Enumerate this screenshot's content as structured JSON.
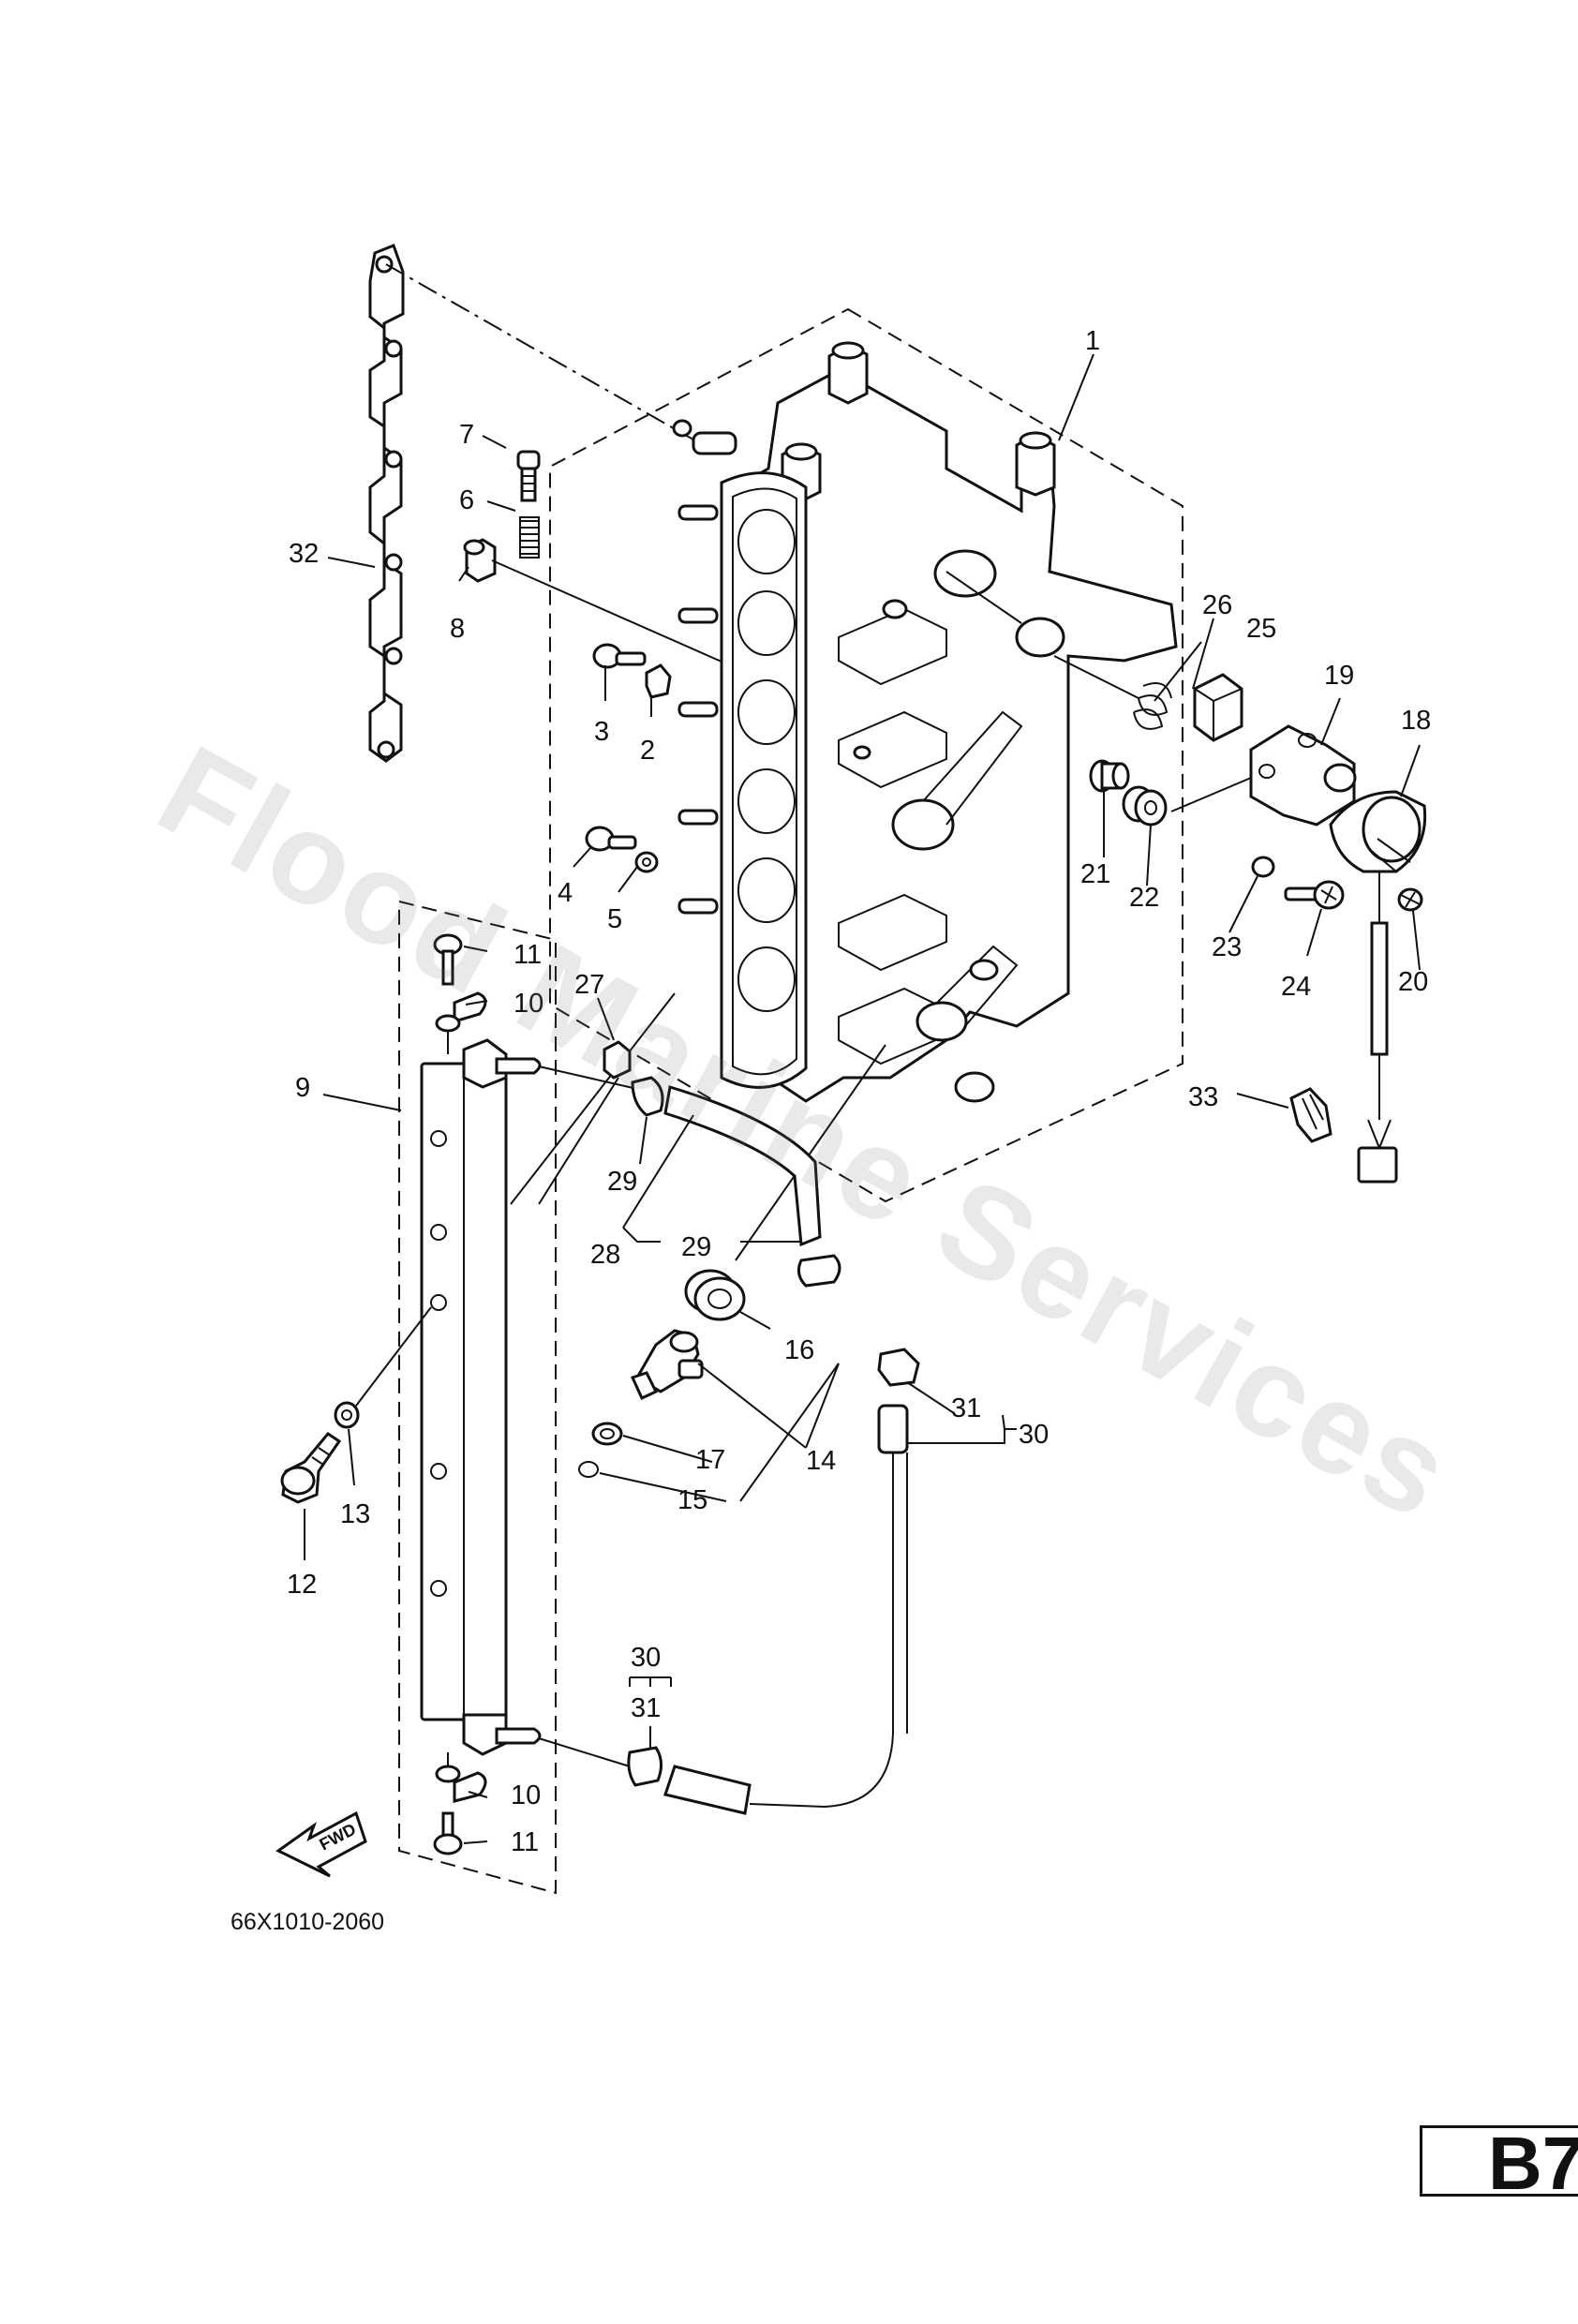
{
  "watermark": "Flood Marine Services",
  "drawing_code": "66X1010-2060",
  "page_label": "B7",
  "fwd_label": "FWD",
  "callouts": [
    {
      "id": "c1",
      "text": "1"
    },
    {
      "id": "c2",
      "text": "2"
    },
    {
      "id": "c3",
      "text": "3"
    },
    {
      "id": "c4",
      "text": "4"
    },
    {
      "id": "c5",
      "text": "5"
    },
    {
      "id": "c6",
      "text": "6"
    },
    {
      "id": "c7",
      "text": "7"
    },
    {
      "id": "c8",
      "text": "8"
    },
    {
      "id": "c9",
      "text": "9"
    },
    {
      "id": "c10a",
      "text": "10"
    },
    {
      "id": "c10b",
      "text": "10"
    },
    {
      "id": "c11a",
      "text": "11"
    },
    {
      "id": "c11b",
      "text": "11"
    },
    {
      "id": "c12",
      "text": "12"
    },
    {
      "id": "c13",
      "text": "13"
    },
    {
      "id": "c14",
      "text": "14"
    },
    {
      "id": "c15",
      "text": "15"
    },
    {
      "id": "c16",
      "text": "16"
    },
    {
      "id": "c17",
      "text": "17"
    },
    {
      "id": "c18",
      "text": "18"
    },
    {
      "id": "c19",
      "text": "19"
    },
    {
      "id": "c20",
      "text": "20"
    },
    {
      "id": "c21",
      "text": "21"
    },
    {
      "id": "c22",
      "text": "22"
    },
    {
      "id": "c23",
      "text": "23"
    },
    {
      "id": "c24",
      "text": "24"
    },
    {
      "id": "c25",
      "text": "25"
    },
    {
      "id": "c26",
      "text": "26"
    },
    {
      "id": "c27",
      "text": "27"
    },
    {
      "id": "c28",
      "text": "28"
    },
    {
      "id": "c29a",
      "text": "29"
    },
    {
      "id": "c29b",
      "text": "29"
    },
    {
      "id": "c30a",
      "text": "30"
    },
    {
      "id": "c30b",
      "text": "30"
    },
    {
      "id": "c31a",
      "text": "31"
    },
    {
      "id": "c31b",
      "text": "31"
    },
    {
      "id": "c32",
      "text": "32"
    },
    {
      "id": "c33",
      "text": "33"
    }
  ]
}
